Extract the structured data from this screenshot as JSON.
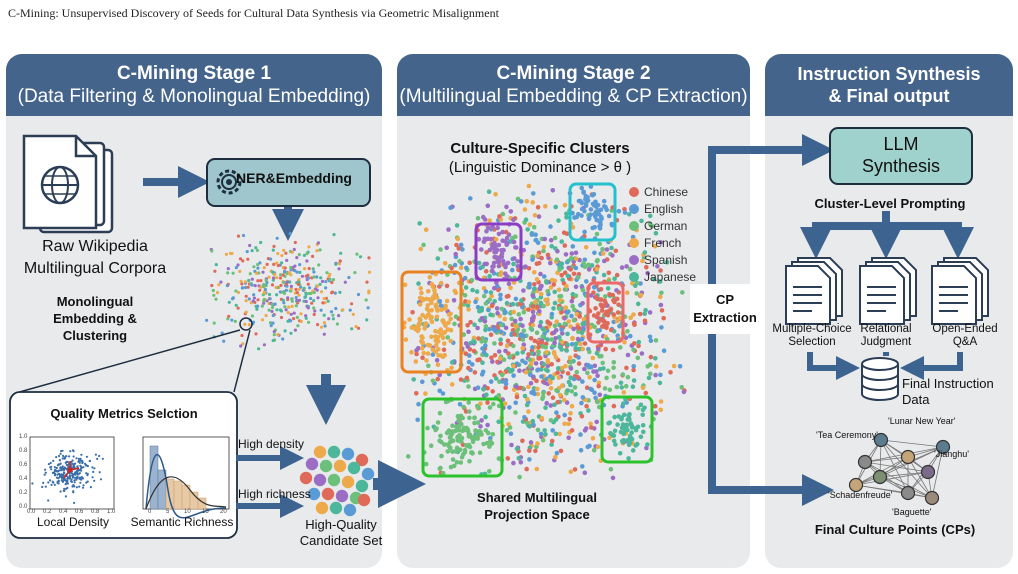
{
  "running_header": "C-Mining: Unsupervised Discovery of Seeds for Cultural Data Synthesis via Geometric Misalignment",
  "stage1": {
    "title": "C-Mining Stage 1",
    "subtitle": "(Data Filtering & Monolingual Embedding)",
    "ner_label": "NER&Embedding",
    "corpus_line1": "Raw Wikipedia",
    "corpus_line2": "Multilingual Corpora",
    "mono_line1": "Monolingual",
    "mono_line2": "Embedding &",
    "mono_line3": "Clustering",
    "quality_title": "Quality Metrics Selction",
    "local_density": "Local Density",
    "semantic_richness": "Semantic Richness",
    "high_density": "High density",
    "high_richness": "High richness",
    "candidate_line1": "High-Quality",
    "candidate_line2": "Candidate Set",
    "density_ticks": [
      "1.0",
      "0.8",
      "0.6",
      "0.4",
      "0.2",
      "0.0"
    ],
    "density_xticks": [
      "0.0",
      "0.2",
      "0.4",
      "0.6",
      "0.8",
      "1.0"
    ],
    "richness_xticks": [
      "0",
      "5",
      "10",
      "15",
      "20"
    ]
  },
  "stage2": {
    "title": "C-Mining Stage 2",
    "subtitle": "(Multilingual Embedding & CP Extraction)",
    "clusters_title": "Culture-Specific Clusters",
    "clusters_subtitle": "(Linguistic Dominance > θ )",
    "legend": [
      {
        "name": "Chinese",
        "color": "#e06a5a"
      },
      {
        "name": "English",
        "color": "#5b9bd5"
      },
      {
        "name": "German",
        "color": "#6cc07a"
      },
      {
        "name": "French",
        "color": "#eda94a"
      },
      {
        "name": "Spanish",
        "color": "#9b6dc4"
      },
      {
        "name": "Japanese",
        "color": "#4cb79a"
      }
    ],
    "space_line1": "Shared Multilingual",
    "space_line2": "Projection Space",
    "cp_line1": "CP",
    "cp_line2": "Extraction"
  },
  "stage3": {
    "title_line1": "Instruction Synthesis",
    "title_line2": "& Final output",
    "llm_line1": "LLM",
    "llm_line2": "Synthesis",
    "prompting": "Cluster-Level Prompting",
    "doc1_line1": "Multiple-Choice",
    "doc1_line2": "Selection",
    "doc2_line1": "Relational",
    "doc2_line2": "Judgment",
    "doc3_line1": "Open-Ended",
    "doc3_line2": "Q&A",
    "final_data_line1": "Final Instruction",
    "final_data_line2": "Data",
    "cp_nodes": [
      "'Lunar New Year'",
      "'Tea Ceremony'",
      "'Jianghu'",
      "'Schadenfreude'",
      "'Baguette'"
    ],
    "final_cps": "Final Culture Points (CPs)"
  },
  "colors": {
    "header_blue": "#44648b",
    "arrow_blue": "#3d6490",
    "panel_gray": "#e9eaec",
    "llm_teal": "#9fd2cc"
  }
}
